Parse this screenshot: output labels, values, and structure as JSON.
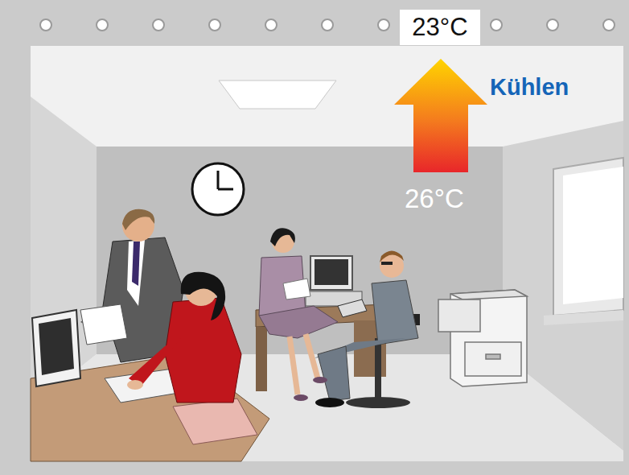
{
  "diagram": {
    "nodes": [
      {
        "text": [
          "23°C"
        ]
      }
    ],
    "labels": [
      "Kühlen",
      "26°C"
    ]
  }
}
